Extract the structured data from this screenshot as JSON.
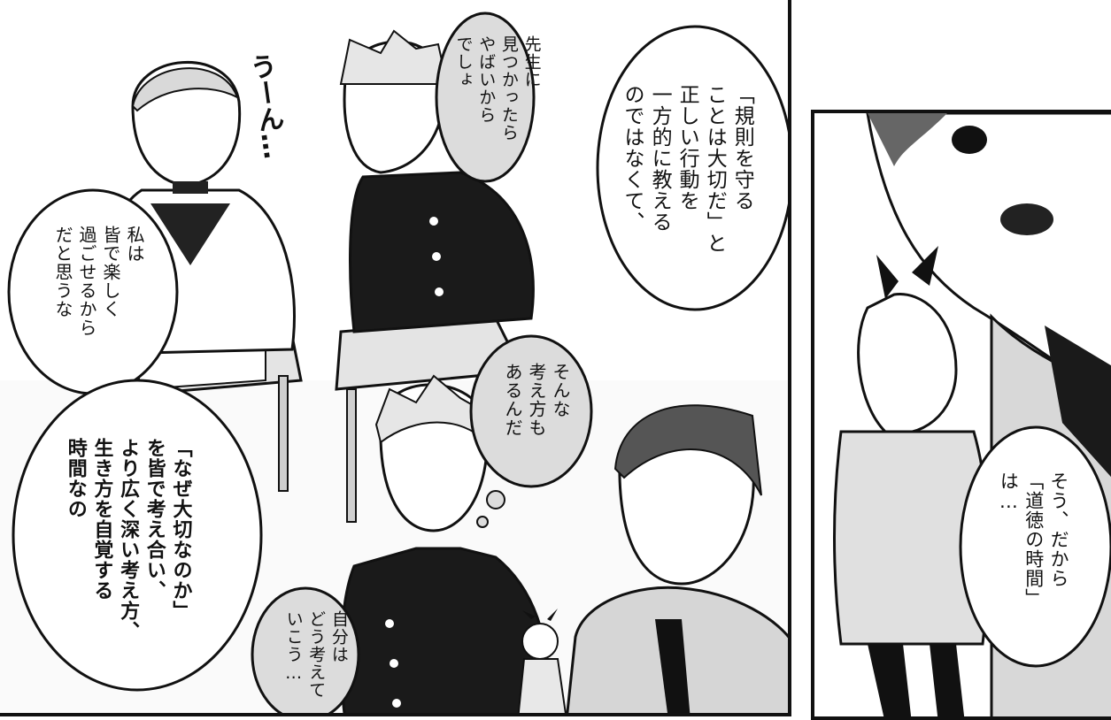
{
  "colors": {
    "ink": "#111111",
    "paper": "#ffffff",
    "tone": "#dcdcdc",
    "toneDark": "#bdbdbd"
  },
  "panel_left": {
    "sfx": "うーん…",
    "bubble_sensei": [
      "先生に",
      "見つかったら",
      "やばいから",
      "でしょ"
    ],
    "bubble_kisoku": [
      "「規則を守る",
      "ことは大切だ」と",
      "正しい行動を",
      "一方的に教える",
      "のではなくて、"
    ],
    "bubble_watashi": [
      "私は",
      "皆で楽しく",
      "過ごせるから",
      "だと思うな"
    ],
    "bubble_sonna": [
      "そんな",
      "考え方も",
      "あるんだ"
    ],
    "bubble_naze": [
      "「なぜ大切なのか」",
      "を皆で考え合い、",
      "より広く深い考え方、",
      "生き方を自覚する",
      "時間なの"
    ],
    "bubble_jibun": [
      "自分は",
      "どう考えて",
      "いこう…"
    ]
  },
  "panel_right": {
    "bubble_dotoku": [
      "そう、だから",
      "「道徳の時間」",
      "は…"
    ]
  }
}
